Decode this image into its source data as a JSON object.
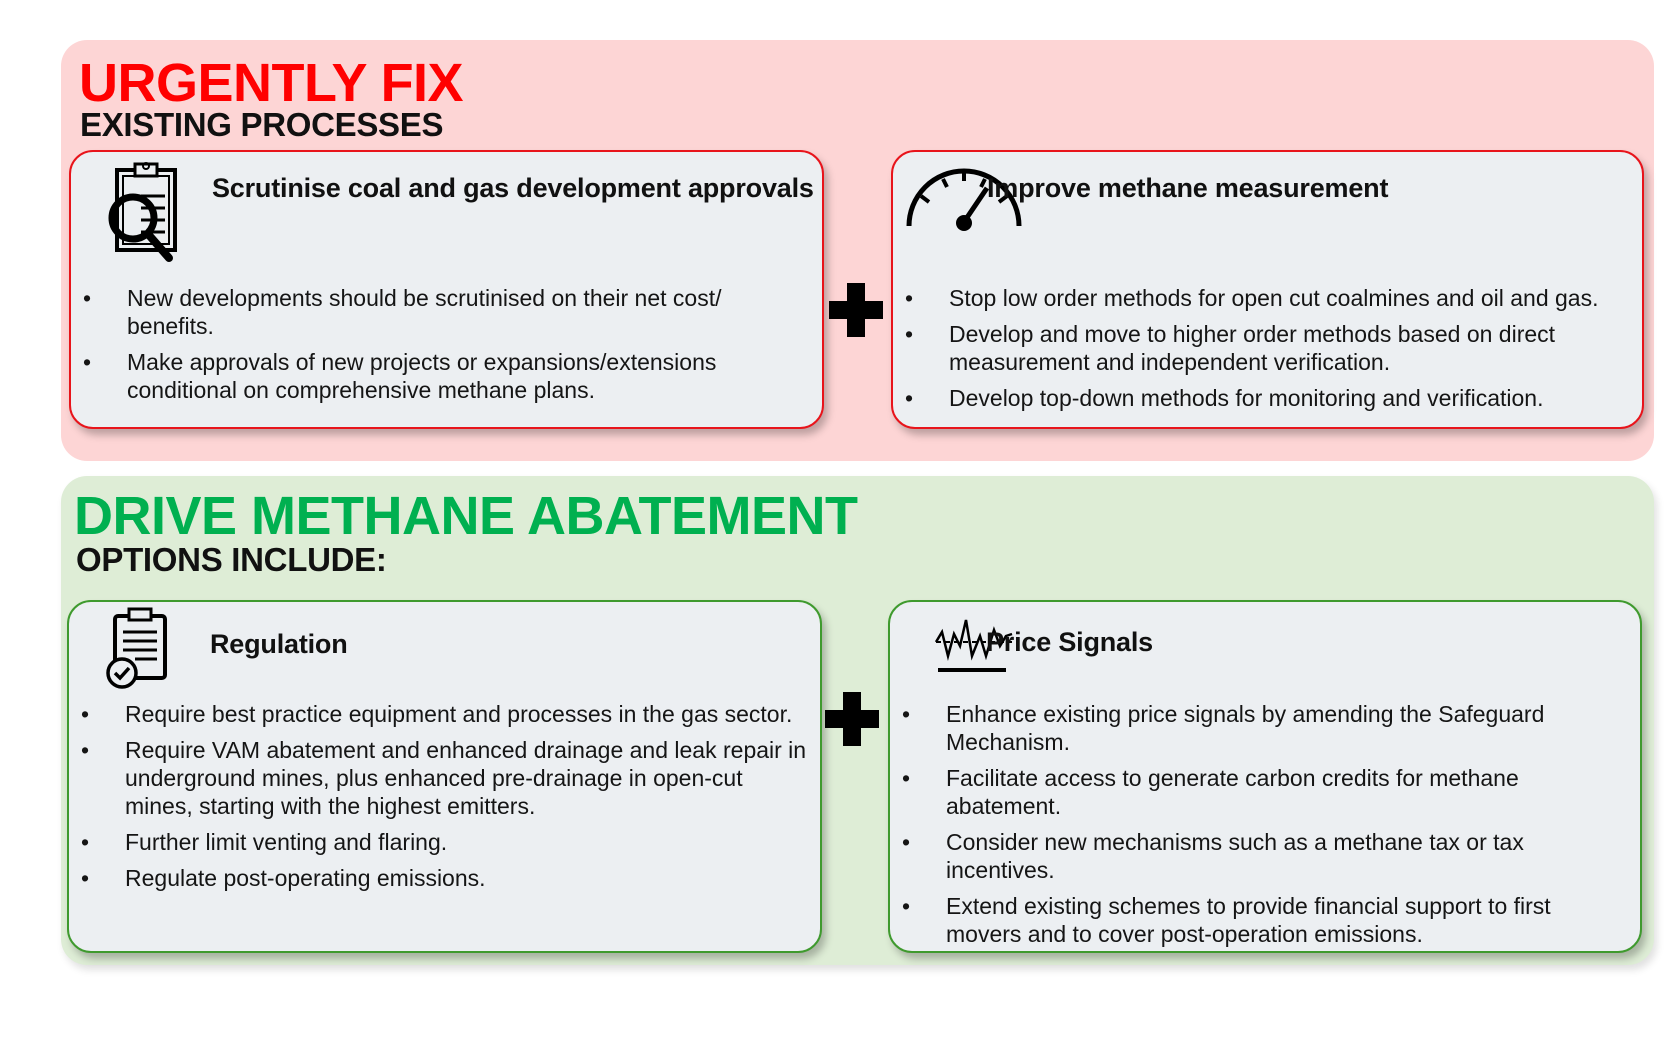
{
  "colors": {
    "urgent_red": "#ff0000",
    "abatement_green": "#00b050",
    "red_panel": "#fdd5d5",
    "green_panel": "#deedd6",
    "card_bg": "#eceff2"
  },
  "urgent": {
    "title": "URGENTLY FIX",
    "subtitle": "EXISTING PROCESSES",
    "cards": [
      {
        "icon": "clipboard-magnifier-icon",
        "heading": "Scrutinise coal and gas development approvals",
        "bullets": [
          "New developments should be scrutinised on their net cost/ benefits.",
          "Make approvals of new projects or expansions/extensions conditional on comprehensive methane plans."
        ]
      },
      {
        "icon": "gauge-icon",
        "heading": "Improve methane measurement",
        "bullets": [
          "Stop low order methods for open cut coalmines and oil and gas.",
          "Develop and move to higher order methods based on direct measurement and independent verification.",
          "Develop top-down methods for monitoring and verification."
        ]
      }
    ]
  },
  "abatement": {
    "title": "DRIVE METHANE ABATEMENT",
    "subtitle": "OPTIONS INCLUDE:",
    "cards": [
      {
        "icon": "clipboard-check-icon",
        "heading": "Regulation",
        "bullets": [
          "Require best practice equipment and processes in the gas sector.",
          "Require VAM abatement and enhanced drainage and leak repair in underground mines, plus enhanced pre-drainage in open-cut mines, starting with the highest emitters.",
          "Further limit venting and flaring.",
          "Regulate post-operating emissions."
        ]
      },
      {
        "icon": "price-signal-icon",
        "heading": "Price Signals",
        "bullets": [
          "Enhance existing price signals by amending the Safeguard Mechanism.",
          "Facilitate access to generate carbon credits for methane abatement.",
          "Consider new mechanisms such as a methane tax or tax incentives.",
          "Extend existing schemes to provide financial support to first movers and to cover post-operation emissions."
        ]
      }
    ]
  }
}
